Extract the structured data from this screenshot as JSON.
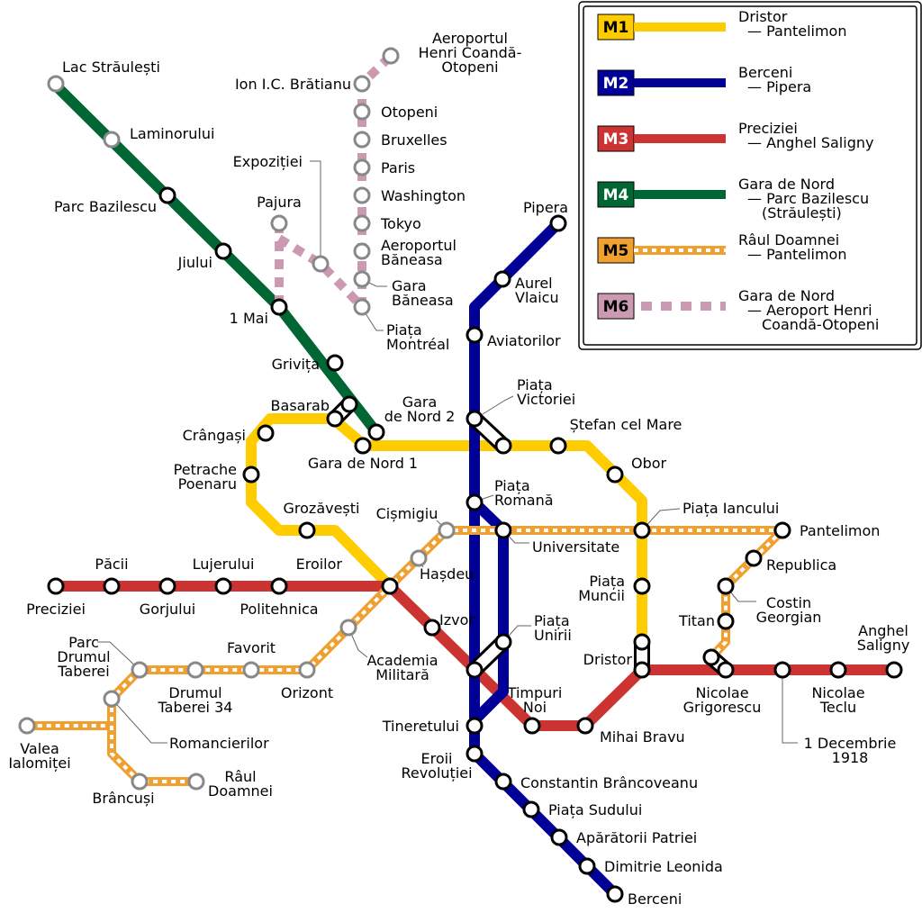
{
  "map": {
    "line_colors": {
      "M1": "#ffcc00",
      "M2": "#000099",
      "M3": "#cc3333",
      "M4": "#006633",
      "M5": "#f0a030",
      "M6": "#cc99b3"
    },
    "legend": [
      {
        "code": "M1",
        "text": [
          "Dristor",
          "— Pantelimon"
        ]
      },
      {
        "code": "M2",
        "text": [
          "Berceni",
          "— Pipera"
        ]
      },
      {
        "code": "M3",
        "text": [
          "Preciziei",
          "— Anghel Saligny"
        ]
      },
      {
        "code": "M4",
        "text": [
          "Gara de Nord",
          "— Parc Bazilescu",
          "(Străulești)"
        ]
      },
      {
        "code": "M5",
        "text": [
          "Râul Doamnei",
          "— Pantelimon"
        ]
      },
      {
        "code": "M6",
        "text": [
          "Gara de Nord",
          "— Aeroport Henri",
          "Coandă-Otopeni"
        ]
      }
    ],
    "stations": {
      "lac_straulesti": "Lac Străulești",
      "laminorului": "Laminorului",
      "parc_bazilescu": "Parc Bazilescu",
      "jiului": "Jiului",
      "unu_mai": "1 Mai",
      "grivita": "Grivița",
      "basarab": "Basarab",
      "gara_de_nord_2": [
        "Gara",
        "de Nord 2"
      ],
      "gara_de_nord_1": "Gara de Nord 1",
      "crangasi": "Crângași",
      "petrache_poenaru": [
        "Petrache",
        "Poenaru"
      ],
      "grozavesti": "Grozăvești",
      "eroilor": "Eroilor",
      "cismigiu": "Cișmigiu",
      "hasdeu": "Hașdeu",
      "izvor": "Izvor",
      "academia_militara": [
        "Academia",
        "Militară"
      ],
      "aeroport_otopeni": [
        "Aeroportul",
        "Henri Coandă-",
        "Otopeni"
      ],
      "ion_bratianu": "Ion I.C. Brătianu",
      "otopeni": "Otopeni",
      "bruxelles": "Bruxelles",
      "paris": "Paris",
      "washington": "Washington",
      "tokyo": "Tokyo",
      "aeroport_baneasa": [
        "Aeroportul",
        "Băneasa"
      ],
      "gara_baneasa": [
        "Gara",
        "Băneasa"
      ],
      "piata_montreal": [
        "Piața",
        "Montréal"
      ],
      "expozitiei": "Expoziției",
      "pajura": "Pajura",
      "pipera": "Pipera",
      "aurel_vlaicu": [
        "Aurel",
        "Vlaicu"
      ],
      "aviatorilor": "Aviatorilor",
      "piata_victoriei": [
        "Piața",
        "Victoriei"
      ],
      "stefan_cel_mare": "Ștefan cel Mare",
      "obor": "Obor",
      "piata_romana": [
        "Piața",
        "Romană"
      ],
      "piata_iancului": "Piața Iancului",
      "pantelimon": "Pantelimon",
      "universitate": "Universitate",
      "republica": "Republica",
      "costin_georgian": [
        "Costin",
        "Georgian"
      ],
      "piata_muncii": [
        "Piața",
        "Muncii"
      ],
      "titan": "Titan",
      "piata_unirii": [
        "Piața",
        "Unirii"
      ],
      "dristor": "Dristor",
      "anghel_saligny": [
        "Anghel",
        "Saligny"
      ],
      "nicolae_grigorescu": [
        "Nicolae",
        "Grigorescu"
      ],
      "nicolae_teclu": [
        "Nicolae",
        "Teclu"
      ],
      "unu_decembrie": [
        "1 Decembrie",
        "1918"
      ],
      "timpuri_noi": [
        "Timpuri",
        "Noi"
      ],
      "mihai_bravu": "Mihai Bravu",
      "tineretului": "Tineretului",
      "eroii_revolutiei": [
        "Eroii",
        "Revoluției"
      ],
      "constantin_brancoveanu": "Constantin Brâncoveanu",
      "piata_sudului": "Piața Sudului",
      "aparatorii_patriei": "Apărătorii Patriei",
      "dimitrie_leonida": "Dimitrie Leonida",
      "berceni": "Berceni",
      "preciziei": "Preciziei",
      "pacii": "Păcii",
      "gorjului": "Gorjului",
      "lujerului": "Lujerului",
      "politehnica": "Politehnica",
      "parc_drumul_taberei": [
        "Parc",
        "Drumul",
        "Taberei"
      ],
      "favorit": "Favorit",
      "orizont": "Orizont",
      "drumul_taberei_34": [
        "Drumul",
        "Taberei 34"
      ],
      "romancierilor": "Romancierilor",
      "valea_ialomitei": [
        "Valea",
        "Ialomiței"
      ],
      "brancusi": "Brâncuși",
      "raul_doamnei": [
        "Râul",
        "Doamnei"
      ]
    }
  }
}
